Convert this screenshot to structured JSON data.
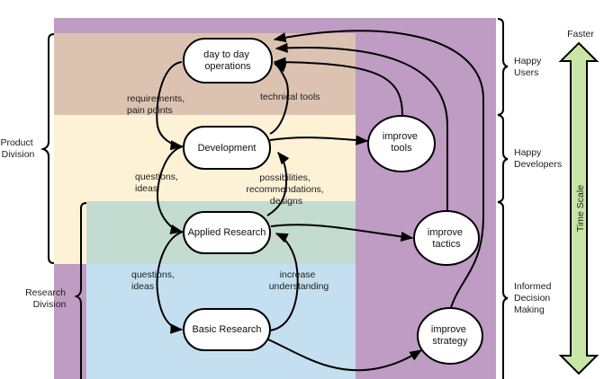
{
  "diagram": {
    "colors": {
      "impact_zone": "#bf9cc3",
      "operations_zone": "#dcc3b1",
      "development_zone": "#fdf2d5",
      "applied_research_zone": "#c3dbd1",
      "basic_research_zone": "#c4e0f0",
      "time_arrow_fill": "#c8e6a6",
      "node_fill": "#ffffff",
      "stroke": "#000000"
    },
    "divisions": [
      {
        "id": "product",
        "label_lines": [
          "Product",
          "Division"
        ]
      },
      {
        "id": "research",
        "label_lines": [
          "Research",
          "Division"
        ]
      }
    ],
    "outcomes": [
      {
        "id": "happy-users",
        "label_lines": [
          "Happy",
          "Users"
        ]
      },
      {
        "id": "happy-developers",
        "label_lines": [
          "Happy",
          "Developers"
        ]
      },
      {
        "id": "informed-decision-making",
        "label_lines": [
          "Informed",
          "Decision",
          "Making"
        ]
      }
    ],
    "nodes": {
      "operations": {
        "label_lines": [
          "day to day",
          "operations"
        ]
      },
      "development": {
        "label_lines": [
          "Development"
        ]
      },
      "applied_research": {
        "label_lines": [
          "Applied Research"
        ]
      },
      "basic_research": {
        "label_lines": [
          "Basic Research"
        ]
      },
      "improve_tools": {
        "label_lines": [
          "improve",
          "tools"
        ]
      },
      "improve_tactics": {
        "label_lines": [
          "improve",
          "tactics"
        ]
      },
      "improve_strategy": {
        "label_lines": [
          "improve",
          "strategy"
        ]
      }
    },
    "edge_labels": {
      "requirements": [
        "requirements,",
        "pain points"
      ],
      "technical_tools": [
        "technical tools"
      ],
      "questions_ideas_1": [
        "questions,",
        "ideas"
      ],
      "possibilities": [
        "possibilities,",
        "recommendations,",
        "designs"
      ],
      "questions_ideas_2": [
        "questions,",
        "ideas"
      ],
      "increase_understanding": [
        "increase",
        "understanding"
      ]
    },
    "time_scale": {
      "top_label": "Faster",
      "axis_label": "Time Scale"
    }
  }
}
